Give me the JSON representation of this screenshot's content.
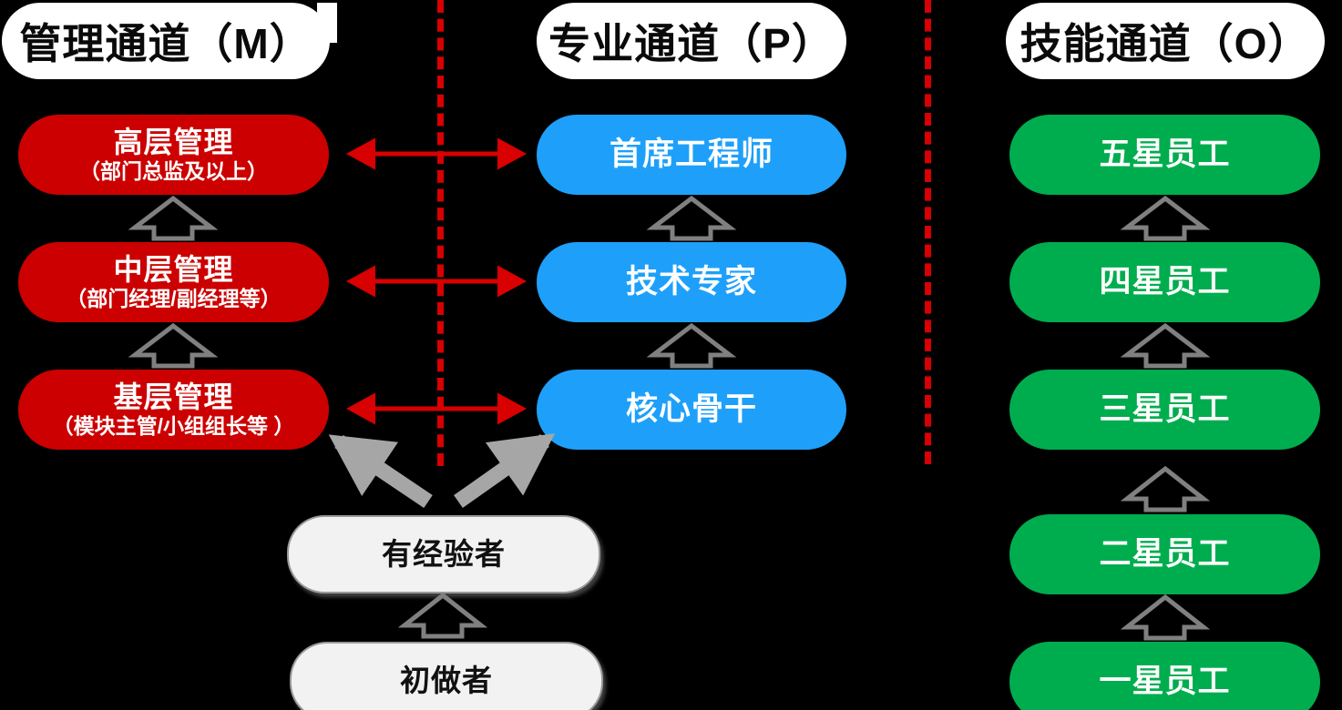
{
  "diagram": {
    "title_bar": {
      "management": "管理通道（M）",
      "professional": "专业通道（P）",
      "skill": "技能通道（O）"
    },
    "columns": [
      {
        "key": "management",
        "header": "管理通道（M）",
        "color": "#cc0000",
        "levels": [
          {
            "title": "高层管理",
            "subtitle": "（部门总监及以上）"
          },
          {
            "title": "中层管理",
            "subtitle": "（部门经理/副经理等）"
          },
          {
            "title": "基层管理",
            "subtitle": "（模块主管/小组组长等 ）"
          }
        ]
      },
      {
        "key": "professional",
        "header": "专业通道（P）",
        "color": "#1ea0fa",
        "levels": [
          {
            "title": "首席工程师",
            "subtitle": ""
          },
          {
            "title": "技术专家",
            "subtitle": ""
          },
          {
            "title": "核心骨干",
            "subtitle": ""
          }
        ]
      },
      {
        "key": "skill",
        "header": "技能通道（O）",
        "color": "#00ad4e",
        "levels": [
          {
            "title": "五星员工",
            "subtitle": ""
          },
          {
            "title": "四星员工",
            "subtitle": ""
          },
          {
            "title": "三星员工",
            "subtitle": ""
          },
          {
            "title": "二星员工",
            "subtitle": ""
          },
          {
            "title": "一星员工",
            "subtitle": ""
          }
        ]
      }
    ],
    "entry_path": [
      {
        "label": "有经验者"
      },
      {
        "label": "初做者"
      }
    ],
    "colors": {
      "background": "#000000",
      "management": "#cc0000",
      "professional": "#1ea0fa",
      "skill": "#00ad4e",
      "entry_box": "#f2f2f2",
      "promotion_arrow": "#808080",
      "cross_arrow": "#d80000",
      "entry_arrow": "#a6a6a6",
      "divider": "#d80000"
    },
    "connectors": {
      "promotion_up": "hollow-up-arrow",
      "cross_channel": "red-double-arrow",
      "entry_branch": "gray-solid-arrow",
      "divider": "red-dashed-vertical-line"
    }
  }
}
